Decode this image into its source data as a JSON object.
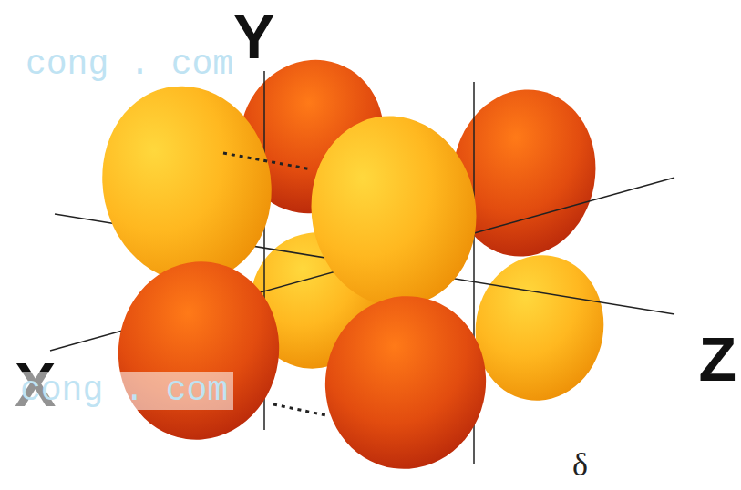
{
  "diagram": {
    "labels": [
      "Y",
      "X",
      "Z",
      "δ",
      "cong . com",
      "cong . com"
    ]
  }
}
